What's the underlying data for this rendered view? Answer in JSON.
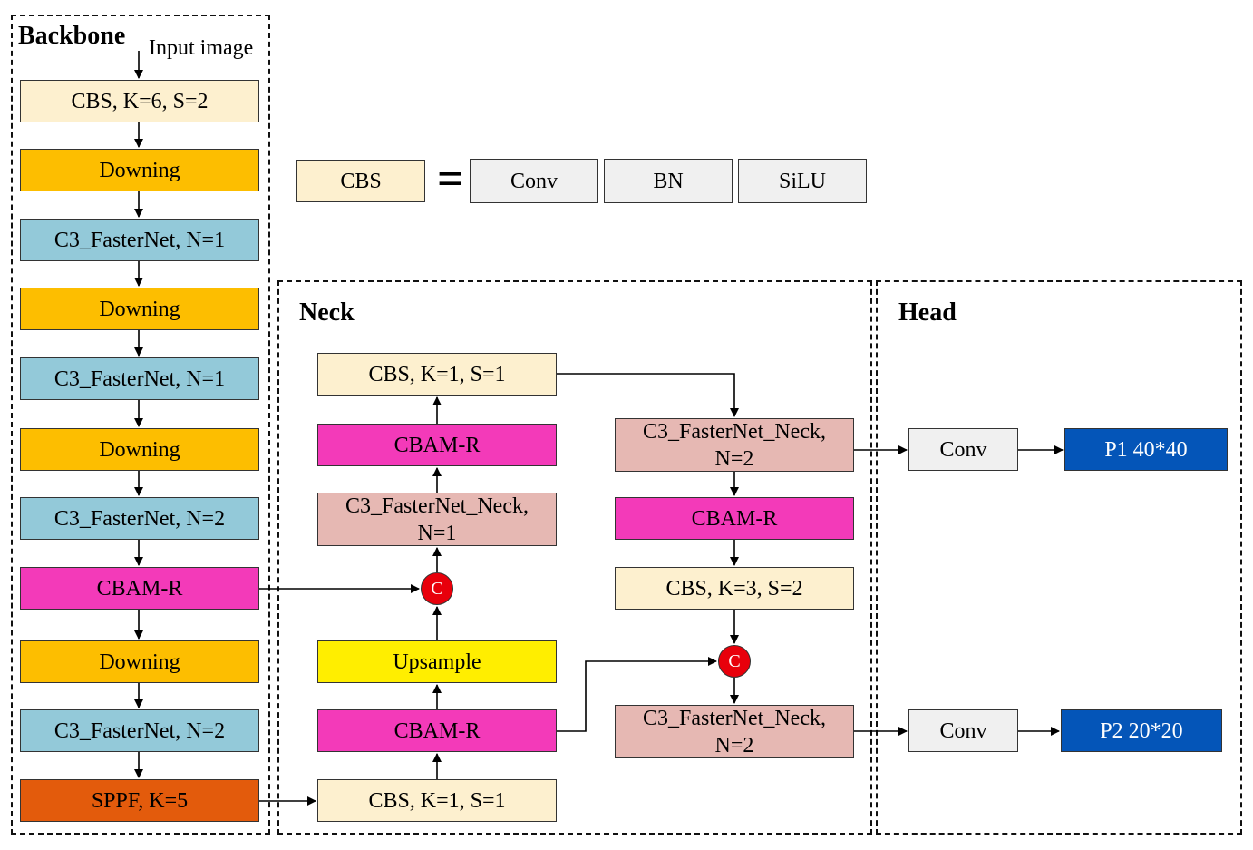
{
  "colors": {
    "cbs": "#fdf0cf",
    "downing": "#fdbe00",
    "c3": "#93c9d9",
    "cbam": "#f33ab9",
    "sppf": "#e35b0c",
    "c3neck": "#e6b8b3",
    "upsample": "#ffee00",
    "conv_gray": "#f0f0f0",
    "output": "#0455b8",
    "concat": "#e8000b"
  },
  "backbone": {
    "title": "Backbone",
    "input_label": "Input image",
    "blocks": [
      "CBS, K=6, S=2",
      "Downing",
      "C3_FasterNet, N=1",
      "Downing",
      "C3_FasterNet, N=1",
      "Downing",
      "C3_FasterNet, N=2",
      "CBAM-R",
      "Downing",
      "C3_FasterNet, N=2",
      "SPPF, K=5"
    ]
  },
  "legend": {
    "cbs": "CBS",
    "equals": "=",
    "parts": [
      "Conv",
      "BN",
      "SiLU"
    ]
  },
  "neck": {
    "title": "Neck",
    "left_column": {
      "cbs_top": "CBS, K=1, S=1",
      "cbam_upper": "CBAM-R",
      "c3_neck": [
        "C3_FasterNet_Neck,",
        "N=1"
      ],
      "concat": "C",
      "upsample": "Upsample",
      "cbam_lower": "CBAM-R",
      "cbs_bottom": "CBS, K=1, S=1"
    },
    "right_column": {
      "c3_neck_top": [
        "C3_FasterNet_Neck,",
        "N=2"
      ],
      "cbam": "CBAM-R",
      "cbs": "CBS, K=3, S=2",
      "concat": "C",
      "c3_neck_bottom": [
        "C3_FasterNet_Neck,",
        "N=2"
      ]
    }
  },
  "head": {
    "title": "Head",
    "conv_top": "Conv",
    "out_top": "P1 40*40",
    "conv_bottom": "Conv",
    "out_bottom": "P2 20*20"
  }
}
